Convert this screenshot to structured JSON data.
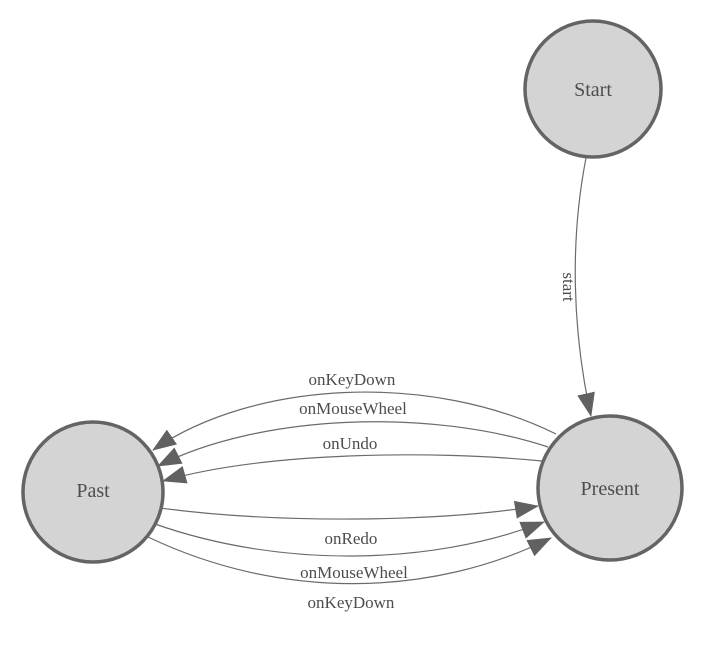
{
  "diagram": {
    "type": "finite-state-machine",
    "background": "#ffffff",
    "colors": {
      "node_fill": "#d4d4d4",
      "node_stroke": "#646464",
      "edge_stroke": "#6b6b6b",
      "arrow_fill": "#616161",
      "text": "#4d4d4d"
    },
    "nodes": [
      {
        "id": "start",
        "label": "Start"
      },
      {
        "id": "present",
        "label": "Present"
      },
      {
        "id": "past",
        "label": "Past"
      }
    ],
    "edges": [
      {
        "from": "start",
        "to": "present",
        "label": "start"
      },
      {
        "from": "present",
        "to": "past",
        "label": "onKeyDown"
      },
      {
        "from": "present",
        "to": "past",
        "label": "onMouseWheel"
      },
      {
        "from": "present",
        "to": "past",
        "label": "onUndo"
      },
      {
        "from": "past",
        "to": "present",
        "label": "onRedo"
      },
      {
        "from": "past",
        "to": "present",
        "label": "onMouseWheel"
      },
      {
        "from": "past",
        "to": "present",
        "label": "onKeyDown"
      }
    ]
  }
}
